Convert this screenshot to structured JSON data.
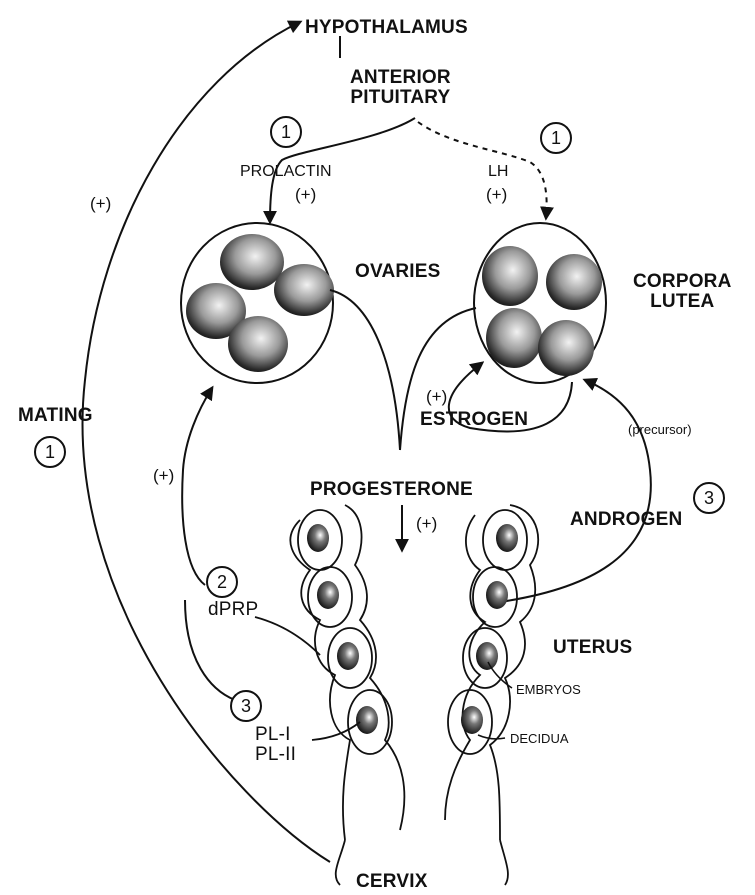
{
  "labels": {
    "hypothalamus": "HYPOTHALAMUS",
    "anterior_pituitary": "ANTERIOR\nPITUITARY",
    "prolactin": "PROLACTIN",
    "lh": "LH",
    "ovaries": "OVARIES",
    "corpora_lutea": "CORPORA\nLUTEA",
    "mating": "MATING",
    "estrogen": "ESTROGEN",
    "precursor": "(precursor)",
    "progesterone": "PROGESTERONE",
    "androgen": "ANDROGEN",
    "dprp": "dPRP",
    "uterus": "UTERUS",
    "embryos": "EMBRYOS",
    "decidua": "DECIDUA",
    "pl": "PL-I\nPL-II",
    "cervix": "CERVIX"
  },
  "signs": {
    "plus": "(+)"
  },
  "step_numbers": {
    "prolactin_step": "1",
    "lh_step": "1",
    "mating_step": "1",
    "dprp_step": "2",
    "pl_step": "3",
    "androgen_step": "3"
  },
  "colors": {
    "ink": "#111111",
    "background": "#ffffff"
  }
}
